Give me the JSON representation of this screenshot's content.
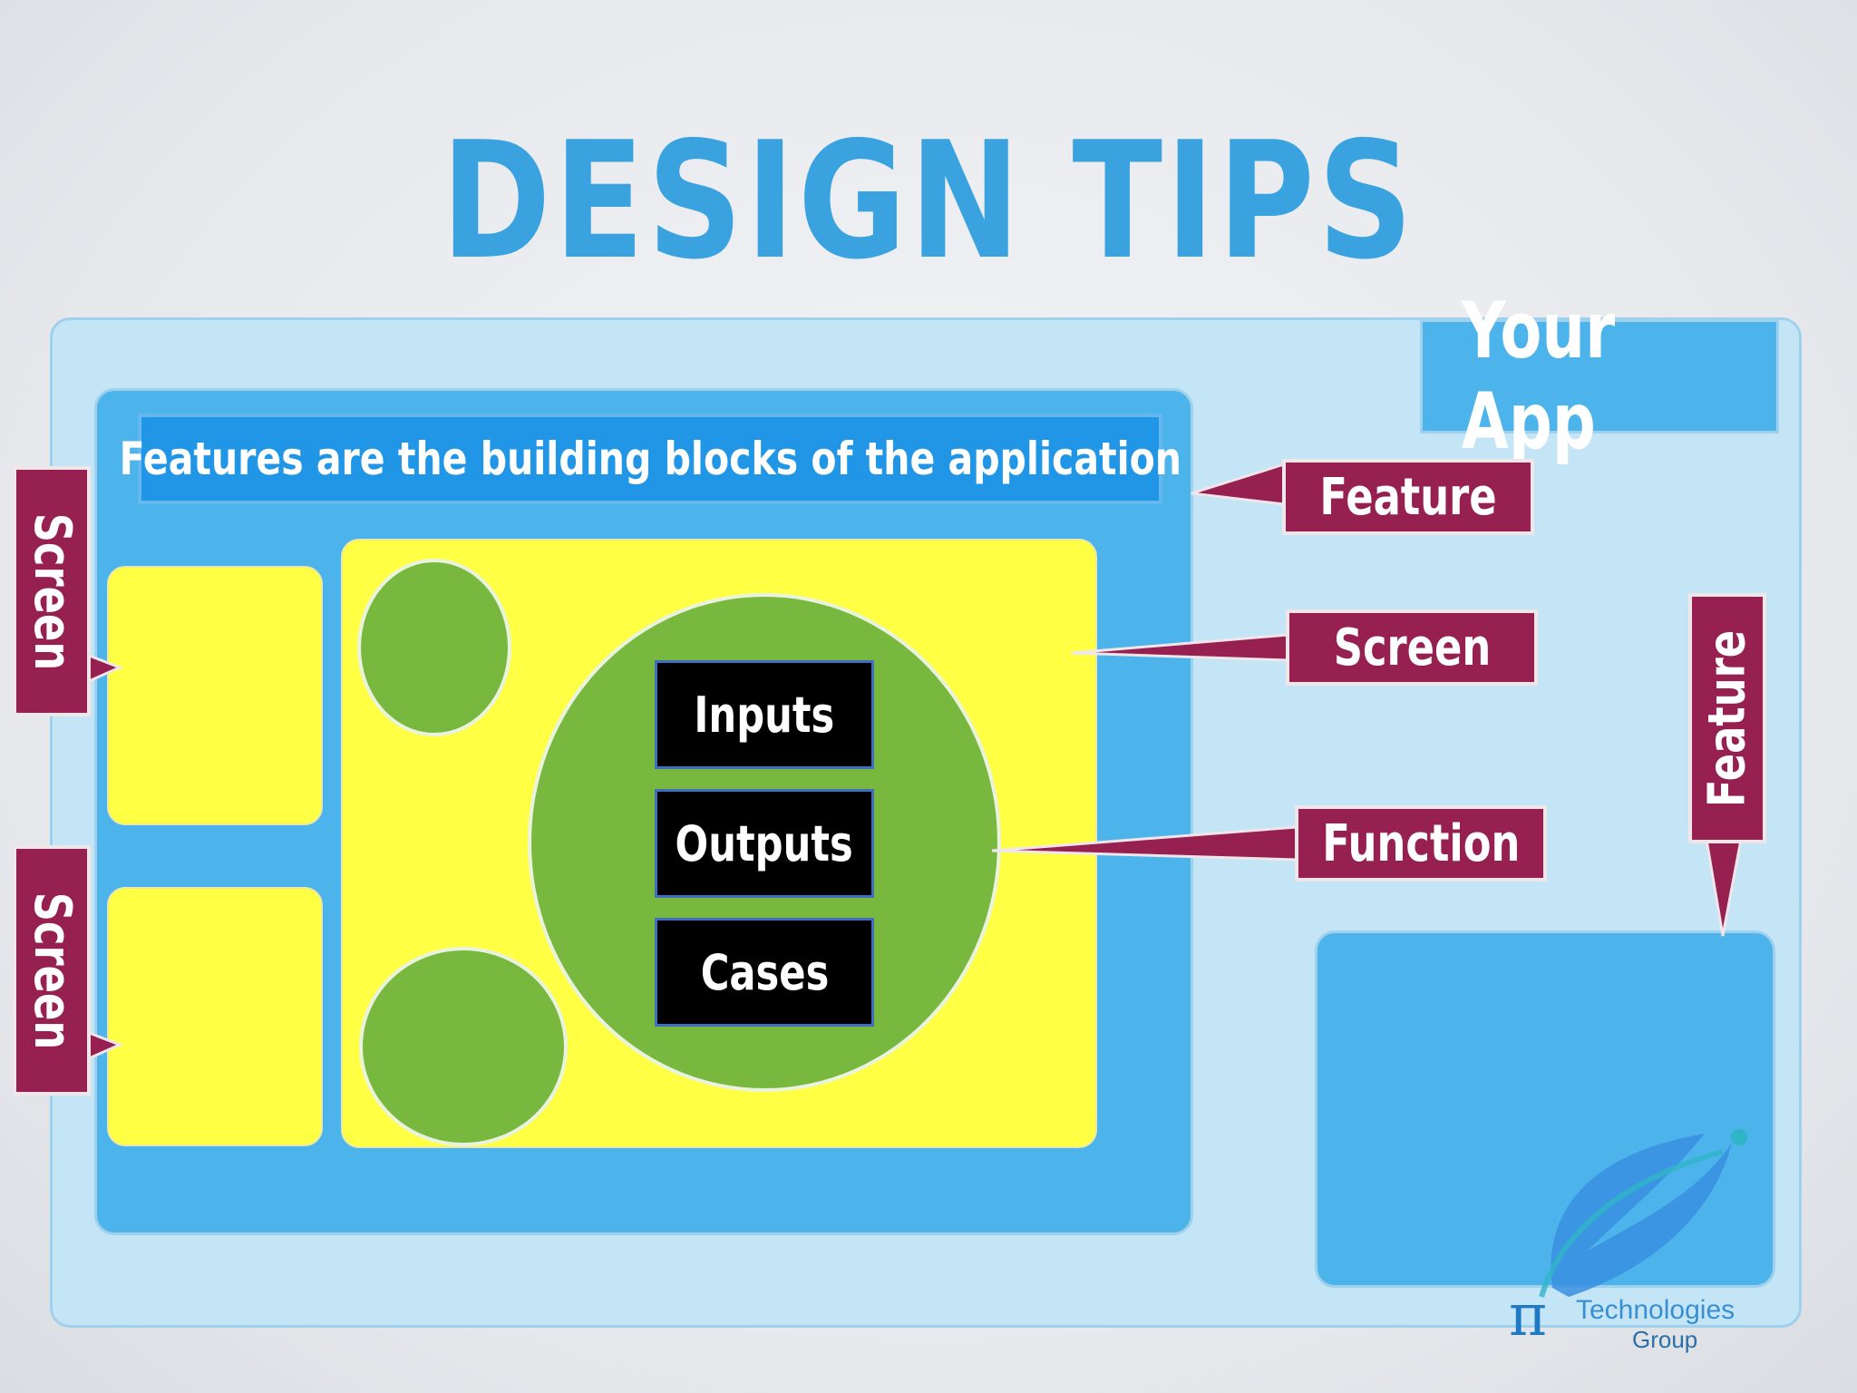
{
  "title": "DESIGN TIPS",
  "app_label": "Your App",
  "feature_banner": "Features are the building blocks of the application",
  "boxes": {
    "inputs": "Inputs",
    "outputs": "Outputs",
    "cases": "Cases"
  },
  "callouts": {
    "feature": "Feature",
    "screen": "Screen",
    "function": "Function",
    "left_screen_top": "Screen",
    "left_screen_bottom": "Screen",
    "right_feature_vertical": "Feature"
  },
  "logo": {
    "symbol": "π",
    "line1": "Technologies",
    "line2": "Group"
  },
  "colors": {
    "title": "#3aa3df",
    "app_panel": "#c3e5f6",
    "feature_box": "#4cb4eb",
    "banner": "#2196e6",
    "screen": "#ffff44",
    "function_circle": "#79b83f",
    "callout": "#962050"
  }
}
